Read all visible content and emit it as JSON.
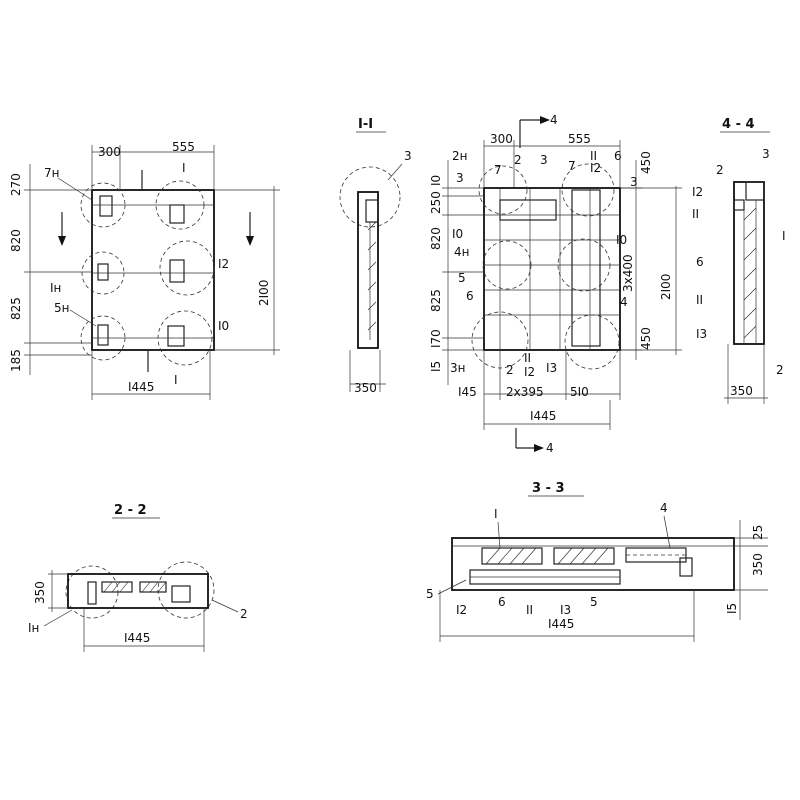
{
  "views": {
    "plan": {
      "dims_top": [
        "300",
        "555"
      ],
      "dims_left": [
        "270",
        "820",
        "825",
        "185"
      ],
      "dim_bottom": "I445",
      "dim_right": "2I00",
      "marks": [
        "7н",
        "Iн",
        "5н",
        "I2",
        "I0"
      ],
      "cut": [
        "I",
        "I"
      ]
    },
    "section_1_1": {
      "title": "I-I",
      "mark": "3",
      "dim": "350"
    },
    "reinforcement": {
      "dims_top": [
        "300",
        "555"
      ],
      "cut_top": "4",
      "cut_bottom": "4",
      "dims_left": [
        "I0",
        "250",
        "820",
        "825",
        "I70",
        "I5"
      ],
      "dims_right_a": [
        "450",
        "3x400",
        "450"
      ],
      "dim_right_b": "2I00",
      "dims_bottom": [
        "I45",
        "2x395",
        "5I0"
      ],
      "dim_bottom_total": "I445",
      "marks": [
        "2н",
        "2",
        "3",
        "7",
        "II",
        "I2",
        "6",
        "3",
        "7",
        "I0",
        "4н",
        "5",
        "6",
        "4",
        "3н",
        "2",
        "II",
        "I2",
        "I3",
        "I0",
        "3"
      ]
    },
    "section_4_4": {
      "title": "4 - 4",
      "marks": [
        "2",
        "3",
        "I2",
        "II",
        "I",
        "6",
        "II",
        "I3",
        "2"
      ],
      "dim": "350"
    },
    "section_2_2": {
      "title": "2 - 2",
      "dim_left": "350",
      "marks": [
        "Iн",
        "2"
      ],
      "dim_bottom": "I445"
    },
    "section_3_3": {
      "title": "3 - 3",
      "marks": [
        "I",
        "4",
        "5",
        "I2",
        "6",
        "II",
        "I3",
        "5"
      ],
      "dims_right": [
        "25",
        "350",
        "I5"
      ],
      "dim_bottom": "I445"
    }
  }
}
